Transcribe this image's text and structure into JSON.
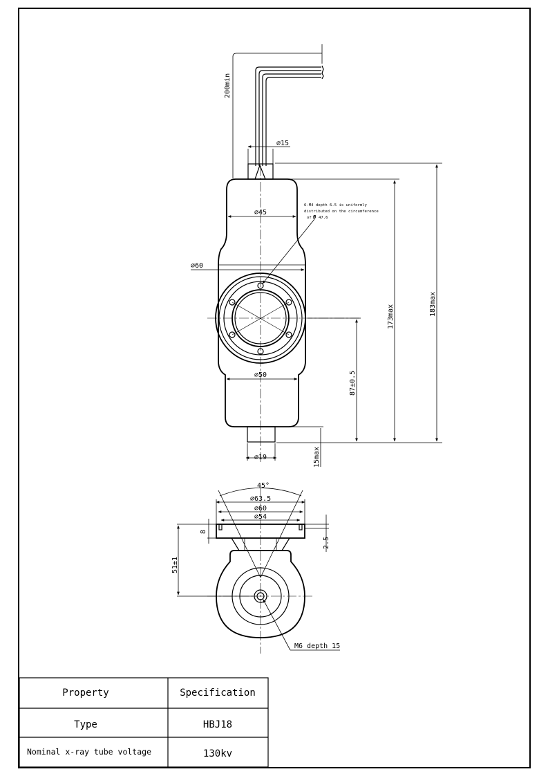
{
  "dimensions": {
    "cable_min": "200min",
    "dia_15": "⌀15",
    "note_line1": "6-M4 depth 6.5 is uniformly",
    "note_line2": "distributed on the circumference",
    "note_line3": "of",
    "note_line3_value": "47.6",
    "dia_45": "⌀45",
    "dia_60": "⌀60",
    "dia_50": "⌀50",
    "dia_19": "⌀19",
    "len_87": "87±0.5",
    "len_173": "173max",
    "len_183": "183max",
    "len_15": "15max",
    "angle_45": "45°",
    "dia_63_5": "⌀63.5",
    "dia_60_b": "⌀60",
    "dia_54": "⌀54",
    "dim_8": "8",
    "dim_2_5": "2.5",
    "dim_51": "51±1",
    "m6_label": "M6 depth 15"
  },
  "table": {
    "header": {
      "property": "Property",
      "specification": "Specification"
    },
    "rows": [
      {
        "property": "Type",
        "value": "HBJ18"
      },
      {
        "property": "Nominal x-ray tube voltage",
        "value": "130kv"
      }
    ]
  }
}
